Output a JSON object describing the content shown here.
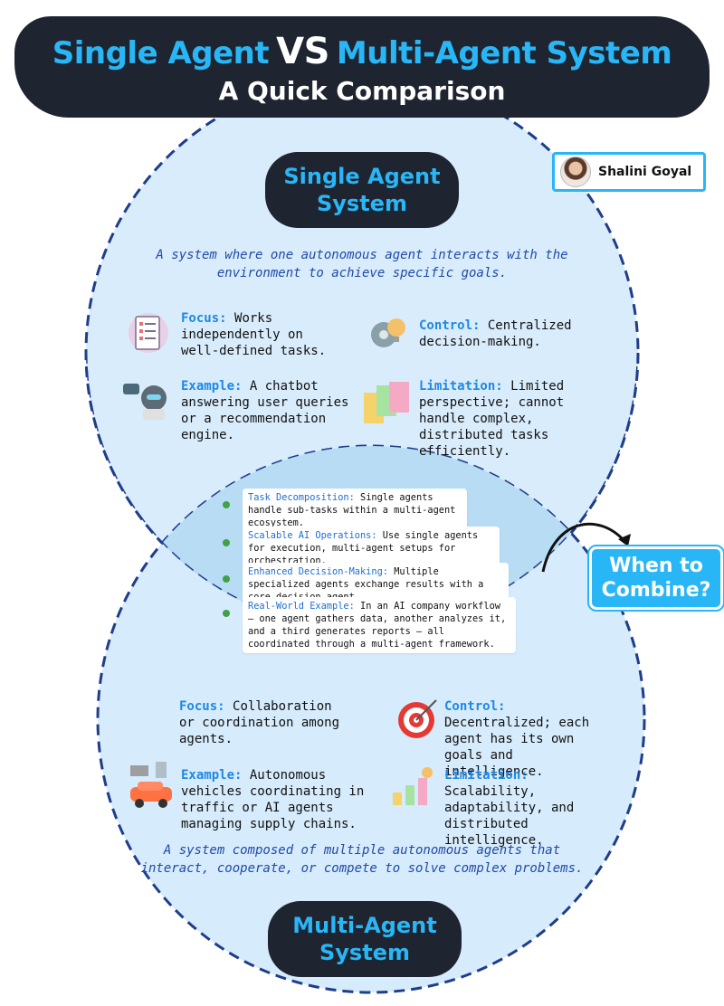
{
  "header": {
    "title_left": "Single Agent",
    "title_vs": "VS",
    "title_right": "Multi-Agent System",
    "subtitle": "A Quick Comparison"
  },
  "author": {
    "name": "Shalini Goyal"
  },
  "single": {
    "label_line1": "Single Agent",
    "label_line2": "System",
    "description": "A system where one autonomous agent interacts with the environment to achieve specific goals.",
    "focus": {
      "key": "Focus:",
      "text": "Works independently on well-defined tasks."
    },
    "control": {
      "key": "Control:",
      "text": "Centralized decision-making."
    },
    "example": {
      "key": "Example:",
      "text": "A chatbot answering user queries or a recommendation engine."
    },
    "limitation": {
      "key": "Limitation:",
      "text": "Limited perspective; cannot handle complex, distributed tasks efficiently."
    }
  },
  "overlap": {
    "items": [
      {
        "key": "Task Decomposition:",
        "text": "Single agents handle sub-tasks within a multi-agent ecosystem."
      },
      {
        "key": "Scalable AI Operations:",
        "text": "Use single agents for execution, multi-agent setups for orchestration."
      },
      {
        "key": "Enhanced Decision-Making:",
        "text": "Multiple specialized agents exchange results with a core decision agent."
      },
      {
        "key": "Real-World Example:",
        "text": "In an AI company workflow — one agent gathers data, another analyzes it, and a third generates reports — all coordinated through a multi-agent framework."
      }
    ],
    "combine_line1": "When to",
    "combine_line2": "Combine?"
  },
  "multi": {
    "label_line1": "Multi-Agent",
    "label_line2": "System",
    "description": "A system composed of multiple autonomous agents that interact, cooperate, or compete to solve complex problems.",
    "focus": {
      "key": "Focus:",
      "text": "Collaboration or coordination among agents."
    },
    "control": {
      "key": "Control:",
      "text": "Decentralized; each agent has its own goals and intelligence."
    },
    "example": {
      "key": "Example:",
      "text": "Autonomous vehicles coordinating in traffic or AI agents managing supply chains."
    },
    "limitation": {
      "key": "Limitation:",
      "text": "Scalability, adaptability, and distributed intelligence."
    }
  },
  "colors": {
    "accent": "#29b6f6",
    "dark": "#1e2430",
    "key_blue": "#1e88e5",
    "desc_blue": "#1f4aa8",
    "circle_fill": "#d6ebfb",
    "overlap_fill": "#b3dcf5"
  }
}
